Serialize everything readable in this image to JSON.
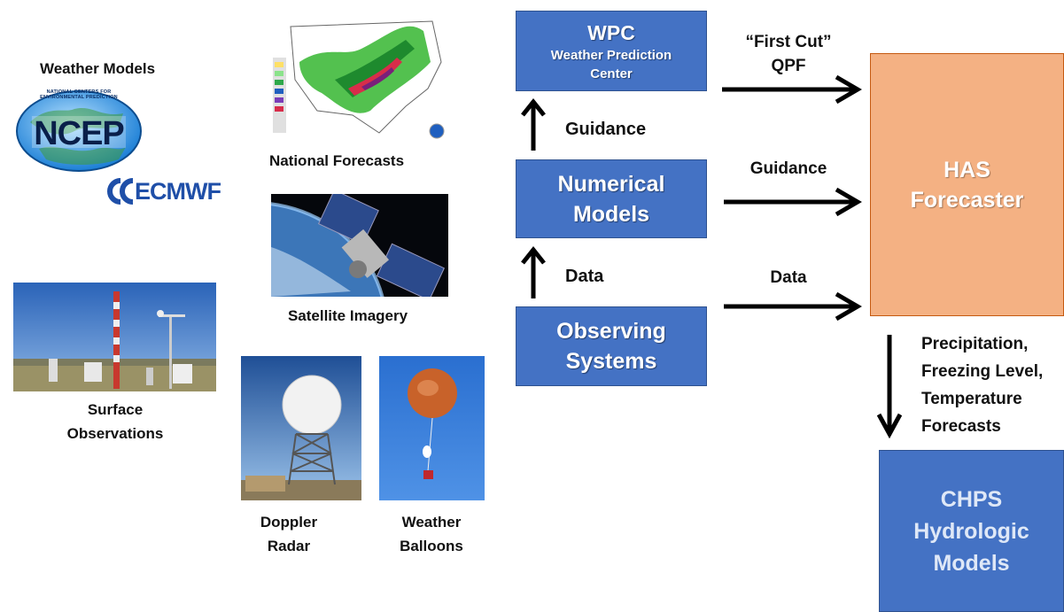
{
  "sources": {
    "weather_models_label": "Weather Models",
    "ncep_logo": "NCEP",
    "ncep_ring_text": "NATIONAL CENTERS FOR ENVIRONMENTAL PREDICTION",
    "ecmwf_logo": "ECMWF",
    "national_forecasts_label": "National Forecasts",
    "satellite_label": "Satellite Imagery",
    "surface_label_line1": "Surface",
    "surface_label_line2": "Observations",
    "doppler_label_line1": "Doppler",
    "doppler_label_line2": "Radar",
    "balloons_label_line1": "Weather",
    "balloons_label_line2": "Balloons"
  },
  "boxes": {
    "wpc_title": "WPC",
    "wpc_subtitle_line1": "Weather Prediction",
    "wpc_subtitle_line2": "Center",
    "numerical_line1": "Numerical",
    "numerical_line2": "Models",
    "observing_line1": "Observing",
    "observing_line2": "Systems",
    "has_line1": "HAS",
    "has_line2": "Forecaster",
    "chps_line1": "CHPS",
    "chps_line2": "Hydrologic",
    "chps_line3": "Models"
  },
  "arrows": {
    "guidance_up": "Guidance",
    "data_up": "Data",
    "first_cut_line1": "“First Cut”",
    "first_cut_line2": "QPF",
    "guidance_right": "Guidance",
    "data_right": "Data",
    "forecasts_line1": "Precipitation,",
    "forecasts_line2": "Freezing Level,",
    "forecasts_line3": "Temperature",
    "forecasts_line4": "Forecasts"
  },
  "colors": {
    "box_blue": "#4472c4",
    "has_orange": "#f4b183"
  }
}
